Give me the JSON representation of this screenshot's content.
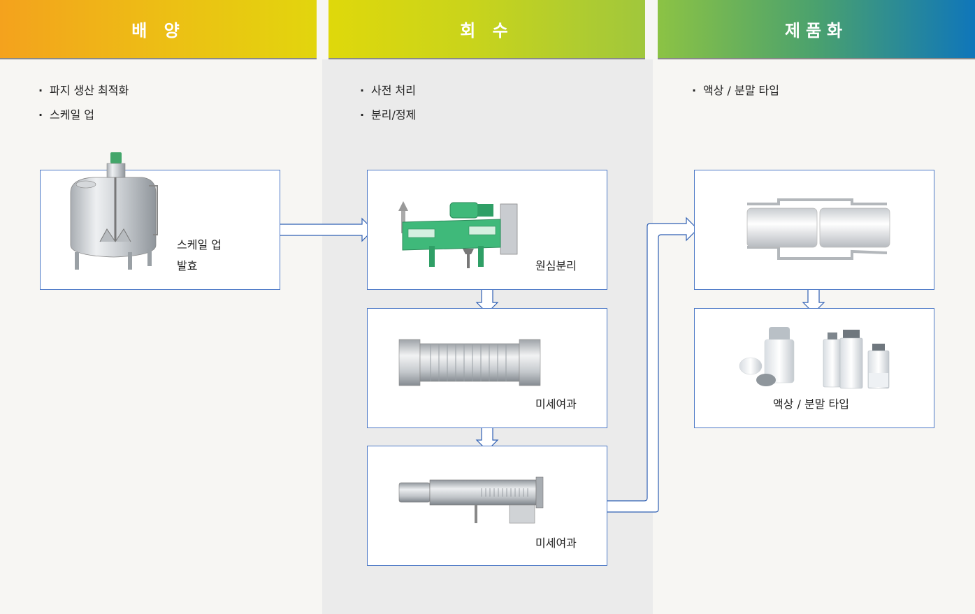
{
  "stages": [
    {
      "title": "배 양",
      "bullets": [
        "파지 생산 최적화",
        "스케일 업"
      ]
    },
    {
      "title": "회 수",
      "bullets": [
        "사전 처리",
        "분리/정제"
      ]
    },
    {
      "title": "제품화",
      "bullets": [
        "액상 / 분말 타입"
      ]
    }
  ],
  "boxes": {
    "fermenter": {
      "label_line1": "스케일 업",
      "label_line2": "발효"
    },
    "centrifuge": {
      "label": "원심분리"
    },
    "microfilter_1": {
      "label": "미세여과"
    },
    "microfilter_2": {
      "label": "미세여과"
    },
    "dryer": {
      "label": ""
    },
    "product": {
      "label": "액상 / 분말 타입"
    }
  },
  "bullet_symbol": "·",
  "colors": {
    "box_border": "#4d79c7",
    "arrow": "#2f5fb3",
    "equipment_green": "#3fb97a",
    "middle_panel": "#ebebeb"
  }
}
